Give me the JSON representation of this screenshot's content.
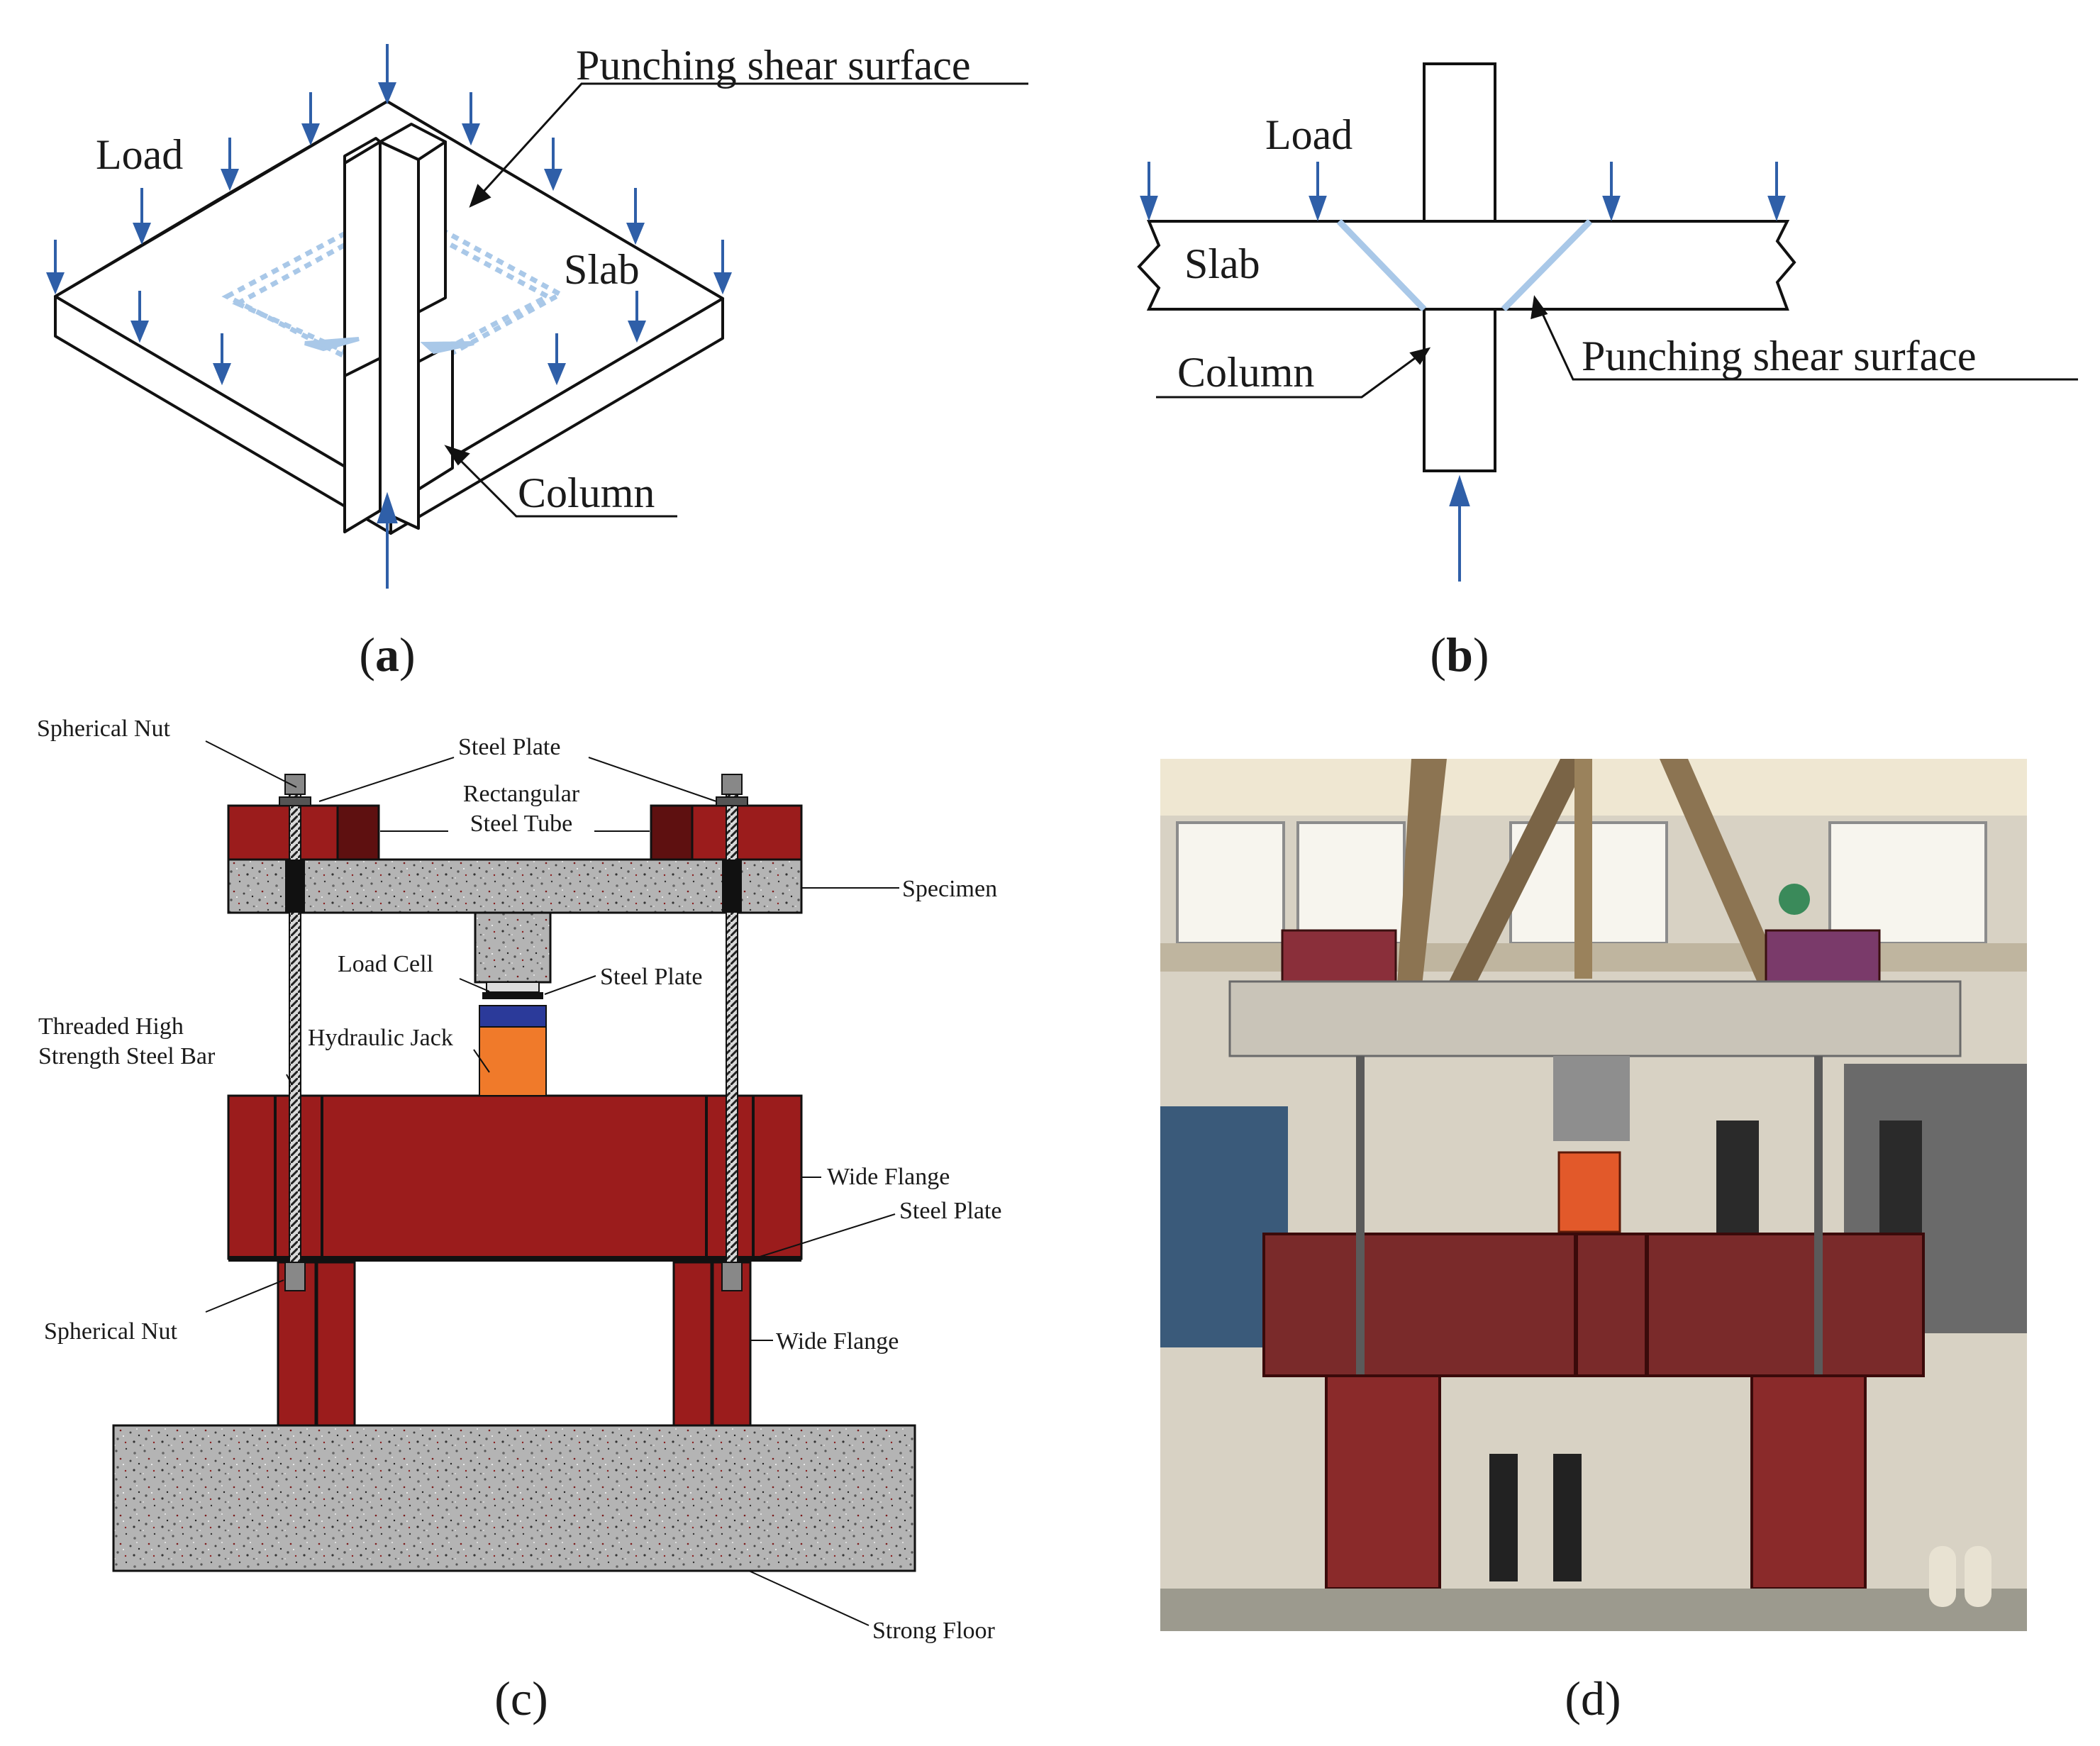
{
  "panel_a": {
    "caption_open": "(",
    "caption_letter": "a",
    "caption_close": ")",
    "label_punching": "Punching shear surface",
    "label_load": "Load",
    "label_slab": "Slab",
    "label_column": "Column"
  },
  "panel_b": {
    "caption_open": "(",
    "caption_letter": "b",
    "caption_close": ")",
    "label_load": "Load",
    "label_slab": "Slab",
    "label_column": "Column",
    "label_punching": "Punching shear surface"
  },
  "panel_c": {
    "caption": "(c)",
    "labels": {
      "spherical_nut_top": "Spherical Nut",
      "steel_plate_top": "Steel Plate",
      "rect_tube_1": "Rectangular",
      "rect_tube_2": "Steel Tube",
      "specimen": "Specimen",
      "load_cell": "Load Cell",
      "steel_plate_mid": "Steel Plate",
      "threaded_1": "Threaded High",
      "threaded_2": "Strength Steel Bar",
      "hydraulic_jack": "Hydraulic Jack",
      "wide_flange_top": "Wide Flange",
      "steel_plate_low": "Steel Plate",
      "spherical_nut_low": "Spherical Nut",
      "wide_flange_low": "Wide Flange",
      "strong_floor": "Strong Floor"
    }
  },
  "panel_d": {
    "caption": "(d)"
  },
  "colors": {
    "arrow_blue": "#2f5fa8",
    "shear_blue": "#a9c8e8",
    "steel_red": "#9b1c1c",
    "dark_red": "#5e1010",
    "concrete": "#a6a6a6",
    "jack_orange": "#f07a2a",
    "jack_blue": "#2b3a9a"
  }
}
